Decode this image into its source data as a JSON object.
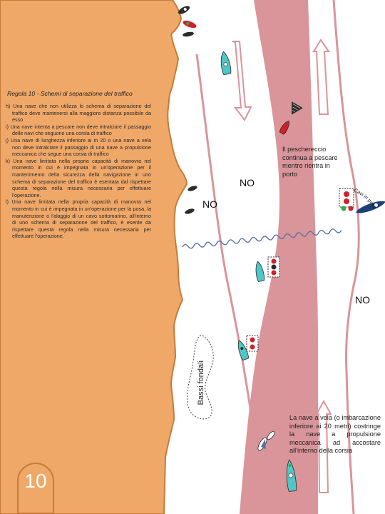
{
  "rules": {
    "title": "Regola 10 - Schemi di separazione del traffico",
    "items": [
      "h) Una nave che non utilizza lo schema di separazione del traffico deve mantenersi alla maggiore distanza possibile da esso",
      "i) Una nave intenta a pescare non deve intralciare il passaggio delle navi che seguono una corsia di traffico",
      "j) Una nave di lunghezza inferiore ai m 20 o una nave a vela non deve intralciare il passaggio di una nave a propulsione meccanica che segue una corsia di traffico",
      "k) Una nave limitata nella propria capacità di manovra nel momento in cui è impegnata in un'operazione per il mantenimento della sicurezza della navigazione in uno schema di separazione del traffico è esentata dal rispettare questa regola nella misura necessaria per effettuare l'operazione.",
      "l) Una nave limitata nella propria capacità di manovra nel momento in cui è impegnata in un'operazione per la posa, la manutenzione o l'alaggio di un cavo sottomarino, all'interno di uno schema di separazione del traffico, è esente da rispettare questa regola nella misura necessaria per effettuare l'operazione."
    ]
  },
  "labels": {
    "no_1": "NO",
    "no_2": "NO",
    "no_3": "NO",
    "shallow_waters": "Bassi fondali",
    "fishing_note": "Il peschereccio continua a pescare mentre rientra in porto",
    "sail_note": "La nave a vela (o imbarcazione inferiore ai 20 metri) costringe la nave a propulsione meccanica ad accostare all'interno della corsia",
    "curved_text": "Cavi in posa",
    "page_number": "10"
  },
  "colors": {
    "land": "#f0a868",
    "land_edge": "#c77a3a",
    "separation_zone": "#d9959a",
    "lane_line": "#d9959a",
    "ship": "#4fc6c8",
    "fishing_boat": "#d0202a",
    "light_red": "#d0202a",
    "light_green": "#2fae4a",
    "cable_ship": "#1c3f7a"
  }
}
